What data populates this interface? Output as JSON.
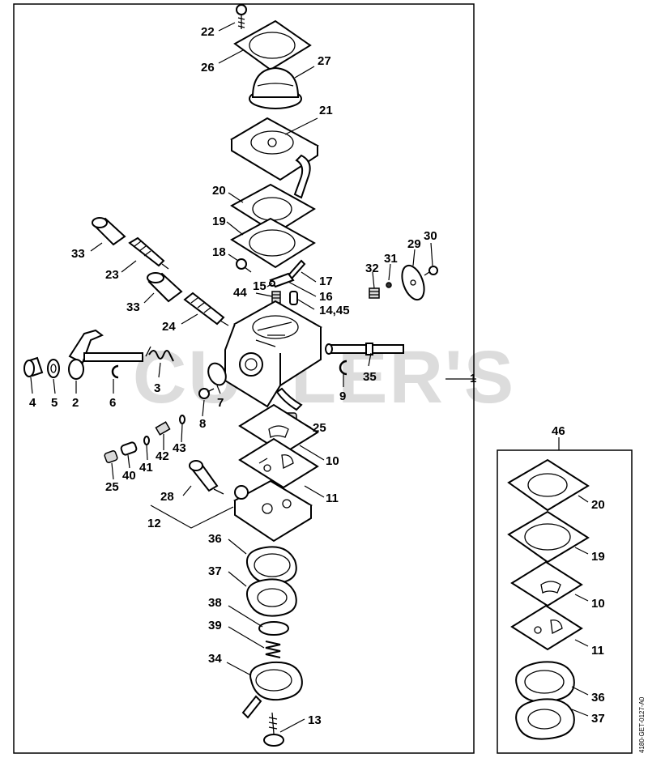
{
  "watermark": "CUTLER'S",
  "drawing_code": "4180-GET-0127-A0",
  "main_assembly_label": "1",
  "kit_label": "46",
  "callouts": [
    {
      "id": "c22",
      "text": "22"
    },
    {
      "id": "c26",
      "text": "26"
    },
    {
      "id": "c27",
      "text": "27"
    },
    {
      "id": "c21",
      "text": "21"
    },
    {
      "id": "c20",
      "text": "20"
    },
    {
      "id": "c19",
      "text": "19"
    },
    {
      "id": "c33a",
      "text": "33"
    },
    {
      "id": "c23",
      "text": "23"
    },
    {
      "id": "c18",
      "text": "18"
    },
    {
      "id": "c17",
      "text": "17"
    },
    {
      "id": "c15",
      "text": "15"
    },
    {
      "id": "c16",
      "text": "16"
    },
    {
      "id": "c44",
      "text": "44"
    },
    {
      "id": "c1445",
      "text": "14,45"
    },
    {
      "id": "c33b",
      "text": "33"
    },
    {
      "id": "c24",
      "text": "24"
    },
    {
      "id": "c32",
      "text": "32"
    },
    {
      "id": "c31",
      "text": "31"
    },
    {
      "id": "c29",
      "text": "29"
    },
    {
      "id": "c30",
      "text": "30"
    },
    {
      "id": "c35",
      "text": "35"
    },
    {
      "id": "c9",
      "text": "9"
    },
    {
      "id": "c4",
      "text": "4"
    },
    {
      "id": "c5",
      "text": "5"
    },
    {
      "id": "c2",
      "text": "2"
    },
    {
      "id": "c6",
      "text": "6"
    },
    {
      "id": "c3",
      "text": "3"
    },
    {
      "id": "c7",
      "text": "7"
    },
    {
      "id": "c8",
      "text": "8"
    },
    {
      "id": "c25a",
      "text": "25"
    },
    {
      "id": "c10",
      "text": "10"
    },
    {
      "id": "c43",
      "text": "43"
    },
    {
      "id": "c42",
      "text": "42"
    },
    {
      "id": "c41",
      "text": "41"
    },
    {
      "id": "c40",
      "text": "40"
    },
    {
      "id": "c25b",
      "text": "25"
    },
    {
      "id": "c28",
      "text": "28"
    },
    {
      "id": "c11",
      "text": "11"
    },
    {
      "id": "c12",
      "text": "12"
    },
    {
      "id": "c36",
      "text": "36"
    },
    {
      "id": "c37",
      "text": "37"
    },
    {
      "id": "c38",
      "text": "38"
    },
    {
      "id": "c39",
      "text": "39"
    },
    {
      "id": "c34",
      "text": "34"
    },
    {
      "id": "c13",
      "text": "13"
    },
    {
      "id": "k20",
      "text": "20"
    },
    {
      "id": "k19",
      "text": "19"
    },
    {
      "id": "k10",
      "text": "10"
    },
    {
      "id": "k11",
      "text": "11"
    },
    {
      "id": "k36",
      "text": "36"
    },
    {
      "id": "k37",
      "text": "37"
    }
  ]
}
